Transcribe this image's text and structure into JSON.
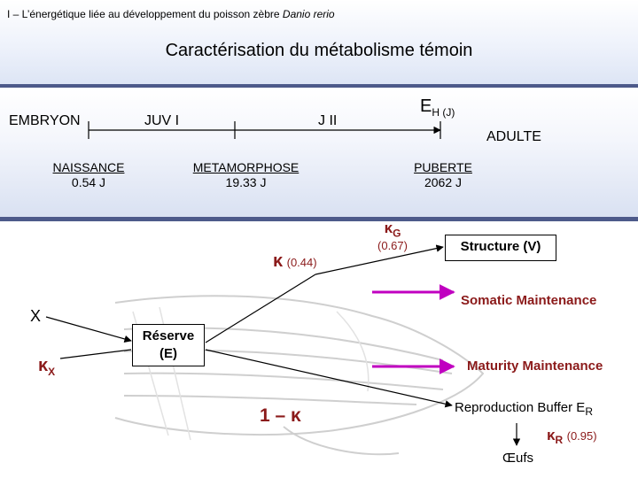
{
  "subtitle": {
    "prefix": "I – L’énergétique liée au développement du poisson zèbre ",
    "species": "Danio rerio"
  },
  "title": "Caractérisation du métabolisme témoin",
  "timeline": {
    "eh_main": "E",
    "eh_sub": "H (J)",
    "stages": {
      "embryon": "EMBRYON",
      "juv1": "JUV  I",
      "j2": "J  II",
      "adulte": "ADULTE"
    },
    "events": [
      {
        "name": "NAISSANCE",
        "value": "0.54 J"
      },
      {
        "name": "METAMORPHOSE",
        "value": "19.33 J"
      },
      {
        "name": "PUBERTE",
        "value": "2062 J"
      }
    ]
  },
  "model": {
    "x_label": "X",
    "kx_main": "κ",
    "kx_sub": "X",
    "reserve_line1": "Réserve",
    "reserve_line2": "(E)",
    "kappa_symbol": "κ",
    "kappa_value": "(0.44)",
    "one_minus_kappa": "1 – κ",
    "kg_main": "κ",
    "kg_sub": "G",
    "kg_value": "(0.67)",
    "structure": "Structure (V)",
    "somatic": "Somatic Maintenance",
    "maturity": "Maturity Maintenance",
    "repro_main": "Reproduction Buffer E",
    "repro_sub": "R",
    "kr_main": "κ",
    "kr_sub": "R",
    "kr_value": "(0.95)",
    "oeufs": "Œufs"
  },
  "colors": {
    "accent_red": "#8b1a1a",
    "magenta": "#c000c0",
    "band_line": "#4d5a8a"
  },
  "icons": [
    "zebrafish-illustration"
  ]
}
